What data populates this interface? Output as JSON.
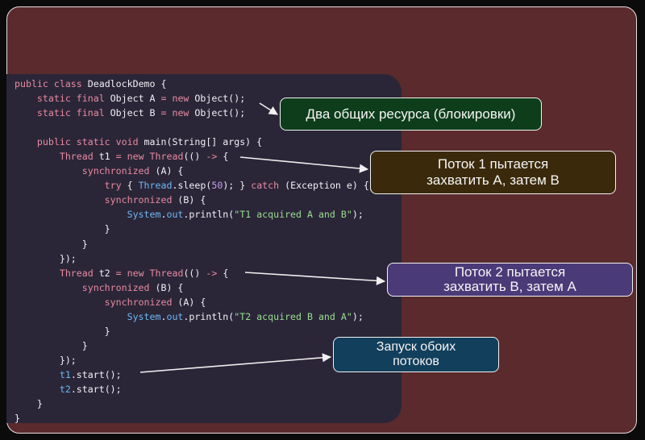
{
  "code": {
    "lines": [
      [
        {
          "c": "k",
          "t": "public class "
        },
        {
          "c": "w",
          "t": "DeadlockDemo {"
        }
      ],
      [
        {
          "c": "k",
          "t": "    static final "
        },
        {
          "c": "w",
          "t": "Object A "
        },
        {
          "c": "k",
          "t": "= new "
        },
        {
          "c": "w",
          "t": "Object();"
        }
      ],
      [
        {
          "c": "k",
          "t": "    static final "
        },
        {
          "c": "w",
          "t": "Object B "
        },
        {
          "c": "k",
          "t": "= new "
        },
        {
          "c": "w",
          "t": "Object();"
        }
      ],
      [],
      [
        {
          "c": "k",
          "t": "    public static void "
        },
        {
          "c": "w",
          "t": "main(String[] args) {"
        }
      ],
      [
        {
          "c": "k",
          "t": "        Thread "
        },
        {
          "c": "w",
          "t": "t1 "
        },
        {
          "c": "k",
          "t": "= new "
        },
        {
          "c": "k",
          "t": "Thread"
        },
        {
          "c": "w",
          "t": "(() "
        },
        {
          "c": "k",
          "t": "-> "
        },
        {
          "c": "w",
          "t": "{"
        }
      ],
      [
        {
          "c": "k",
          "t": "            synchronized "
        },
        {
          "c": "w",
          "t": "(A) {"
        }
      ],
      [
        {
          "c": "k",
          "t": "                try "
        },
        {
          "c": "w",
          "t": "{ "
        },
        {
          "c": "t",
          "t": "Thread"
        },
        {
          "c": "w",
          "t": ".sleep("
        },
        {
          "c": "n",
          "t": "50"
        },
        {
          "c": "w",
          "t": "); } "
        },
        {
          "c": "k",
          "t": "catch "
        },
        {
          "c": "w",
          "t": "(Exception e) {}"
        }
      ],
      [
        {
          "c": "k",
          "t": "                synchronized "
        },
        {
          "c": "w",
          "t": "(B) {"
        }
      ],
      [
        {
          "c": "t",
          "t": "                    System"
        },
        {
          "c": "w",
          "t": "."
        },
        {
          "c": "t",
          "t": "out"
        },
        {
          "c": "w",
          "t": ".println("
        },
        {
          "c": "s",
          "t": "\"T1 acquired A and B\""
        },
        {
          "c": "w",
          "t": ");"
        }
      ],
      [
        {
          "c": "w",
          "t": "                }"
        }
      ],
      [
        {
          "c": "w",
          "t": "            }"
        }
      ],
      [
        {
          "c": "w",
          "t": "        });"
        }
      ],
      [
        {
          "c": "k",
          "t": "        Thread "
        },
        {
          "c": "w",
          "t": "t2 "
        },
        {
          "c": "k",
          "t": "= new "
        },
        {
          "c": "k",
          "t": "Thread"
        },
        {
          "c": "w",
          "t": "(() "
        },
        {
          "c": "k",
          "t": "-> "
        },
        {
          "c": "w",
          "t": "{"
        }
      ],
      [
        {
          "c": "k",
          "t": "            synchronized "
        },
        {
          "c": "w",
          "t": "(B) {"
        }
      ],
      [
        {
          "c": "k",
          "t": "                synchronized "
        },
        {
          "c": "w",
          "t": "(A) {"
        }
      ],
      [
        {
          "c": "t",
          "t": "                    System"
        },
        {
          "c": "w",
          "t": "."
        },
        {
          "c": "t",
          "t": "out"
        },
        {
          "c": "w",
          "t": ".println("
        },
        {
          "c": "s",
          "t": "\"T2 acquired B and A\""
        },
        {
          "c": "w",
          "t": ");"
        }
      ],
      [
        {
          "c": "w",
          "t": "                }"
        }
      ],
      [
        {
          "c": "w",
          "t": "            }"
        }
      ],
      [
        {
          "c": "w",
          "t": "        });"
        }
      ],
      [
        {
          "c": "t",
          "t": "        t1"
        },
        {
          "c": "w",
          "t": ".start();"
        }
      ],
      [
        {
          "c": "t",
          "t": "        t2"
        },
        {
          "c": "w",
          "t": ".start();"
        }
      ],
      [
        {
          "c": "w",
          "t": "    }"
        }
      ],
      [
        {
          "c": "w",
          "t": "}"
        }
      ]
    ]
  },
  "notes": {
    "shared_resources": "Два общих ресурса (блокировки)",
    "thread1_line1": "Поток 1 пытается",
    "thread1_line2": "захватить A, затем B",
    "thread2_line1": "Поток 2 пытается",
    "thread2_line2": "захватить B, затем A",
    "start_line1": "Запуск обоих",
    "start_line2": "потоков"
  },
  "colors": {
    "background": "#5a2a2c",
    "code_panel": "#2a2638",
    "note_shared": "#0e3d1b",
    "note_thread1": "#3a2a0b",
    "note_thread2": "#4b3a78",
    "note_start": "#123f5c"
  }
}
